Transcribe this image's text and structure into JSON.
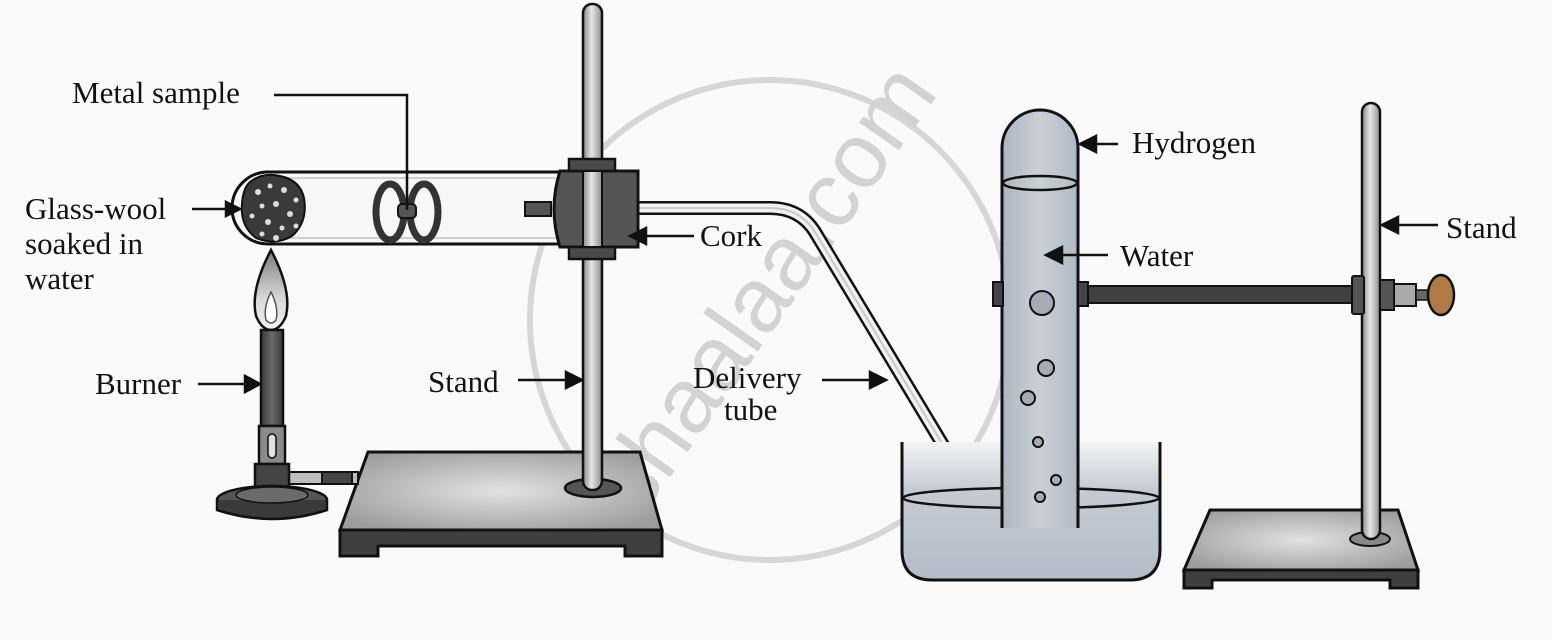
{
  "diagram": {
    "title": "Reaction of metal with steam – collection of hydrogen gas",
    "watermark": "shaalaa.com",
    "labels": {
      "metal_sample": "Metal sample",
      "glass_wool_line1": "Glass-wool",
      "glass_wool_line2": "soaked in",
      "glass_wool_line3": "water",
      "burner": "Burner",
      "stand_left": "Stand",
      "cork": "Cork",
      "delivery_line1": "Delivery",
      "delivery_line2": "tube",
      "hydrogen": "Hydrogen",
      "water": "Water",
      "stand_right": "Stand"
    },
    "colors": {
      "outline": "#111111",
      "metal_dark": "#4a4a4a",
      "stand_rod": "#b9b9b9",
      "base_top": "#bdbdbd",
      "base_side": "#3e3e3e",
      "water": "#b8c0c9",
      "cork_knob": "#b07a45",
      "watermark": "#d2d2d2"
    }
  }
}
